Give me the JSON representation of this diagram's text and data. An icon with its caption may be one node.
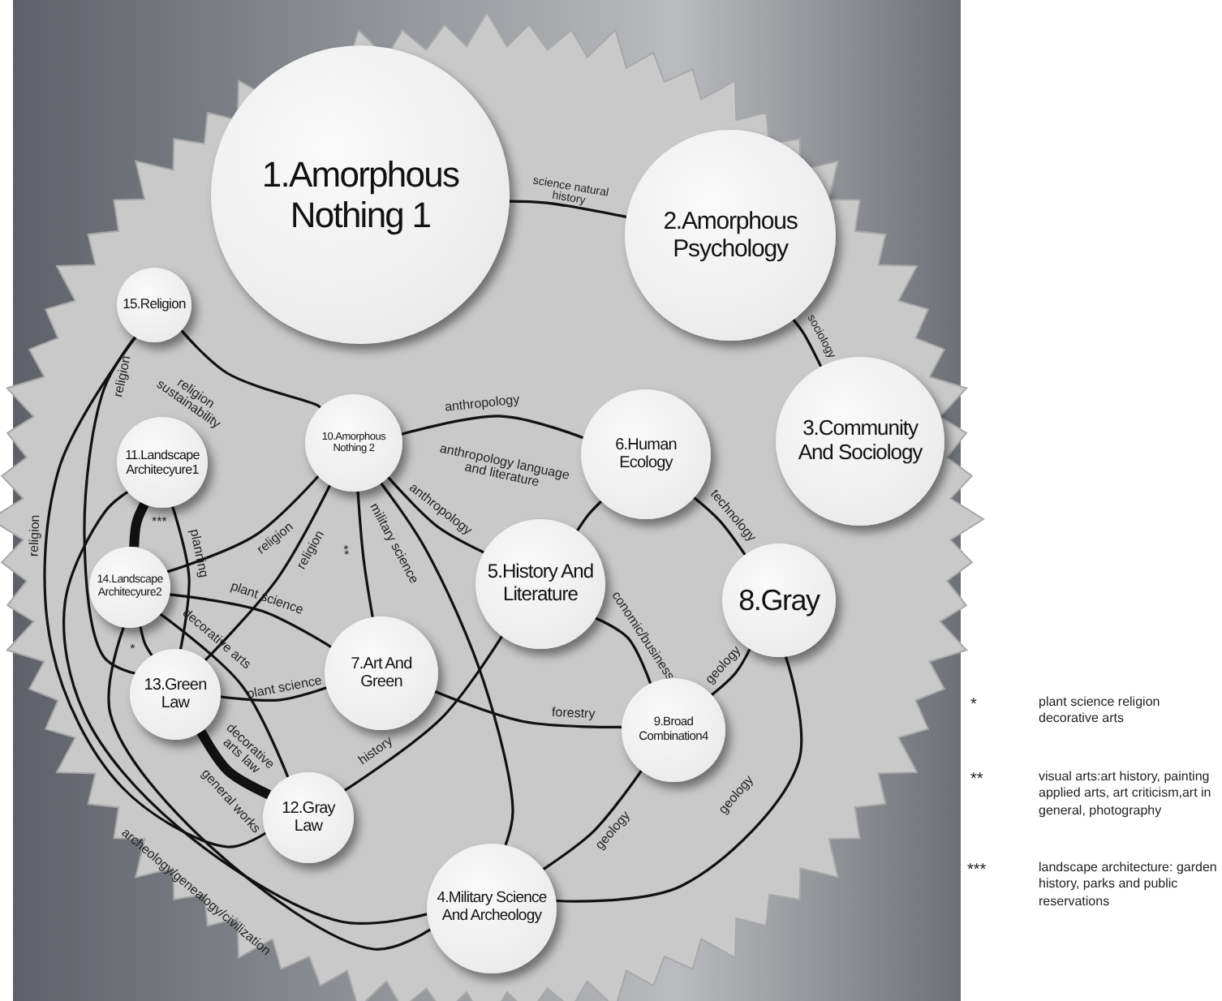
{
  "diagram": {
    "nodes": [
      {
        "text": [
          "1.Amorphous Nothing 1"
        ]
      },
      {
        "text": [
          "2.Amorphous Psychology"
        ]
      },
      {
        "text": [
          "3.Community And Sociology"
        ]
      },
      {
        "text": [
          "15.Religion"
        ]
      },
      {
        "text": [
          "11.Landscape Architecyure1"
        ]
      },
      {
        "text": [
          "10.Amorphous Nothing 2"
        ]
      },
      {
        "text": [
          "6.Human Ecology"
        ]
      },
      {
        "text": [
          "14.Landscape Architecyure2"
        ]
      },
      {
        "text": [
          "5.History And Literature"
        ]
      },
      {
        "text": [
          "8.Gray"
        ]
      },
      {
        "text": [
          "13.Green Law"
        ]
      },
      {
        "text": [
          "7.Art And Green"
        ]
      },
      {
        "text": [
          "9.Broad Combination4"
        ]
      },
      {
        "text": [
          "12.Gray Law"
        ]
      },
      {
        "text": [
          "4.Military Science And Archeology"
        ]
      }
    ],
    "edges": [
      {
        "from": 0,
        "to": 1,
        "arrow": "none",
        "label": "science natural history"
      },
      {
        "from": 1,
        "to": 2,
        "arrow": "none",
        "label": "sociology"
      },
      {
        "from": 3,
        "to": 5,
        "arrow": "none",
        "label": "religion sustainability"
      },
      {
        "from": 3,
        "to": 10,
        "arrow": "none",
        "label": "religion"
      },
      {
        "from": 3,
        "to": 13,
        "arrow": "none",
        "label": "religion"
      },
      {
        "from": 5,
        "to": 6,
        "arrow": "none",
        "label": "anthropology"
      },
      {
        "from": 5,
        "to": 8,
        "arrow": "none",
        "label": "anthropology"
      },
      {
        "from": 6,
        "to": 8,
        "arrow": "none",
        "label": "anthropology language and literature"
      },
      {
        "from": 6,
        "to": 9,
        "arrow": "none",
        "label": "technology"
      },
      {
        "from": 8,
        "to": 12,
        "arrow": "none",
        "label": "conomic/business"
      },
      {
        "from": 9,
        "to": 12,
        "arrow": "none",
        "label": "geology"
      },
      {
        "from": 9,
        "to": 14,
        "arrow": "none",
        "label": "geology"
      },
      {
        "from": 12,
        "to": 14,
        "arrow": "none",
        "label": "geology"
      },
      {
        "from": 11,
        "to": 12,
        "arrow": "none",
        "label": "forestry"
      },
      {
        "from": 5,
        "to": 14,
        "arrow": "none",
        "label": "military science"
      },
      {
        "from": 5,
        "to": 11,
        "arrow": "none",
        "label": "**"
      },
      {
        "from": 5,
        "to": 10,
        "arrow": "none",
        "label": "religion"
      },
      {
        "from": 5,
        "to": 7,
        "arrow": "none",
        "label": "religion"
      },
      {
        "from": 7,
        "to": 11,
        "arrow": "none",
        "label": "plant science"
      },
      {
        "from": 10,
        "to": 11,
        "arrow": "none",
        "label": "plant science"
      },
      {
        "from": 7,
        "to": 13,
        "arrow": "none",
        "label": "decorative arts"
      },
      {
        "from": 10,
        "to": 13,
        "arrow": "none",
        "label": "decorative arts law",
        "style": "thick"
      },
      {
        "from": 4,
        "to": 7,
        "arrow": "none",
        "label": "***",
        "style": "thick"
      },
      {
        "from": 4,
        "to": 10,
        "arrow": "none",
        "label": "planning"
      },
      {
        "from": 7,
        "to": 10,
        "arrow": "none",
        "label": "*"
      },
      {
        "from": 13,
        "to": 8,
        "arrow": "none",
        "label": "history"
      },
      {
        "from": 4,
        "to": 14,
        "arrow": "none",
        "label": "general works"
      },
      {
        "from": 7,
        "to": 14,
        "arrow": "none",
        "label": "archeology/genealogy/civilization"
      }
    ],
    "labels": [
      "*",
      "plant science religion decorative arts",
      "**",
      "visual arts:art history, painting applied arts, art criticism,art in general, photography",
      "***",
      "landscape architecture: garden history, parks and public reservations"
    ]
  }
}
